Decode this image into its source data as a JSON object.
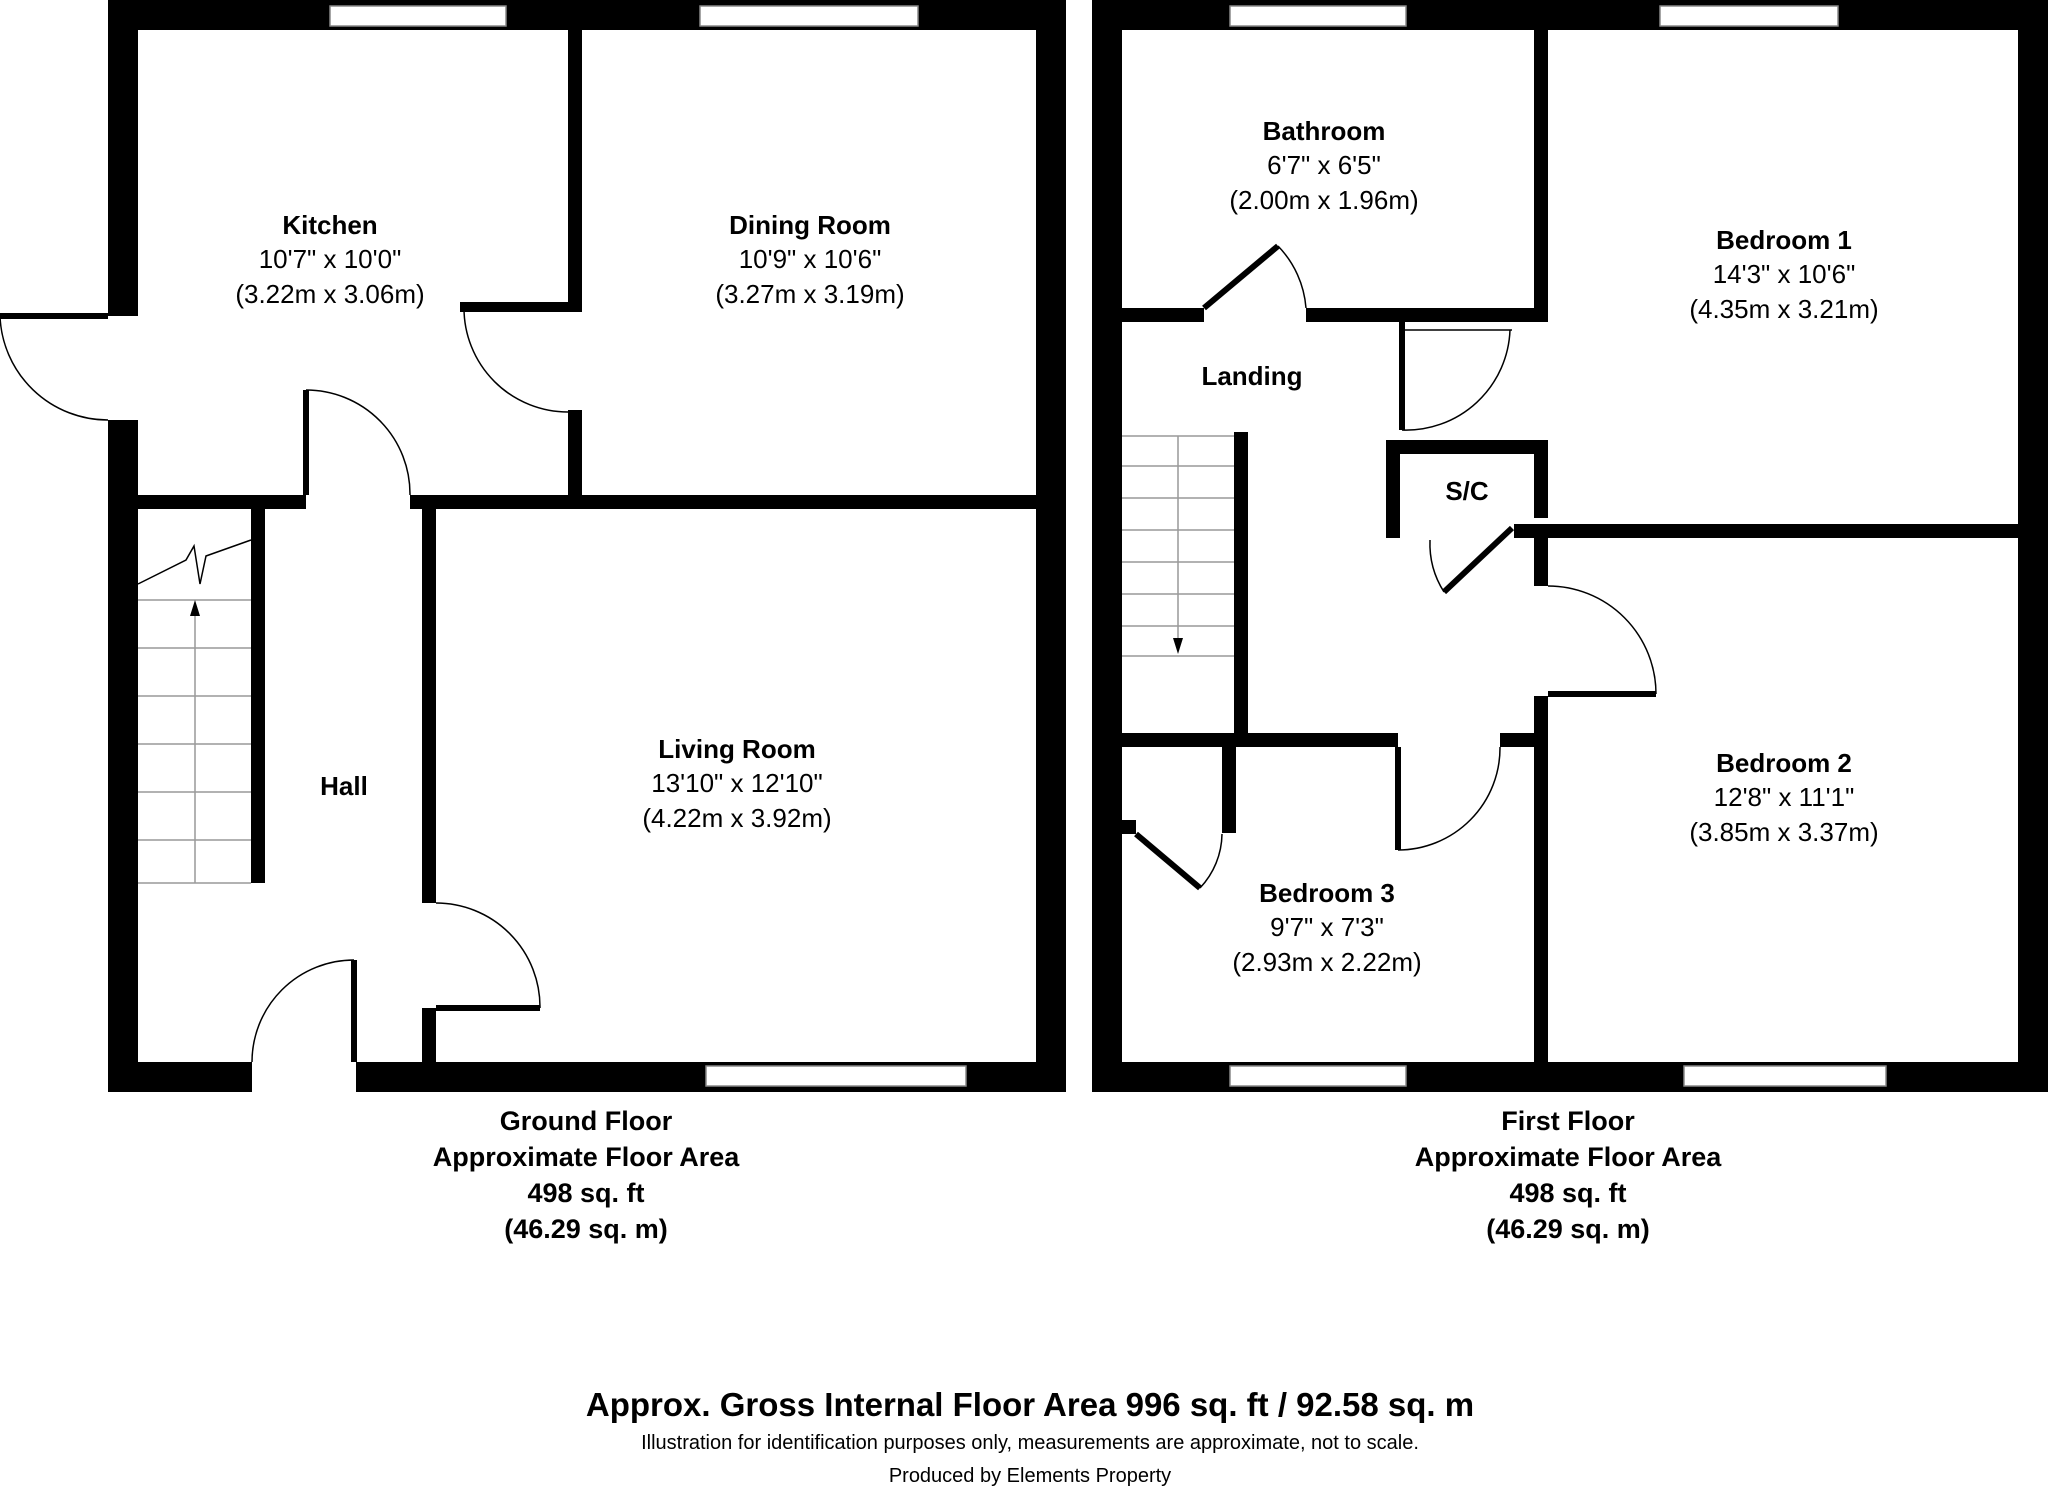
{
  "ground_floor": {
    "rooms": [
      {
        "name": "Kitchen",
        "imperial": "10'7\" x 10'0\"",
        "metric": "(3.22m x 3.06m)"
      },
      {
        "name": "Dining Room",
        "imperial": "10'9\" x 10'6\"",
        "metric": "(3.27m x 3.19m)"
      },
      {
        "name": "Hall"
      },
      {
        "name": "Living Room",
        "imperial": "13'10\" x 12'10\"",
        "metric": "(4.22m x 3.92m)"
      }
    ],
    "caption": {
      "title": "Ground Floor",
      "subtitle": "Approximate Floor Area",
      "imperial": "498 sq. ft",
      "metric": "(46.29 sq. m)"
    }
  },
  "first_floor": {
    "rooms": [
      {
        "name": "Bathroom",
        "imperial": "6'7\" x 6'5\"",
        "metric": "(2.00m x 1.96m)"
      },
      {
        "name": "Bedroom 1",
        "imperial": "14'3\" x 10'6\"",
        "metric": "(4.35m x 3.21m)"
      },
      {
        "name": "Landing"
      },
      {
        "name": "S/C"
      },
      {
        "name": "Bedroom 2",
        "imperial": "12'8\" x 11'1\"",
        "metric": "(3.85m x 3.37m)"
      },
      {
        "name": "Bedroom 3",
        "imperial": "9'7\" x 7'3\"",
        "metric": "(2.93m x 2.22m)"
      }
    ],
    "caption": {
      "title": "First Floor",
      "subtitle": "Approximate Floor Area",
      "imperial": "498 sq. ft",
      "metric": "(46.29 sq. m)"
    }
  },
  "footer": {
    "gross_area": "Approx. Gross Internal Floor Area 996 sq. ft / 92.58 sq. m",
    "disclaimer": "Illustration for identification purposes only, measurements are approximate, not to scale.",
    "producer": "Produced by Elements Property"
  }
}
